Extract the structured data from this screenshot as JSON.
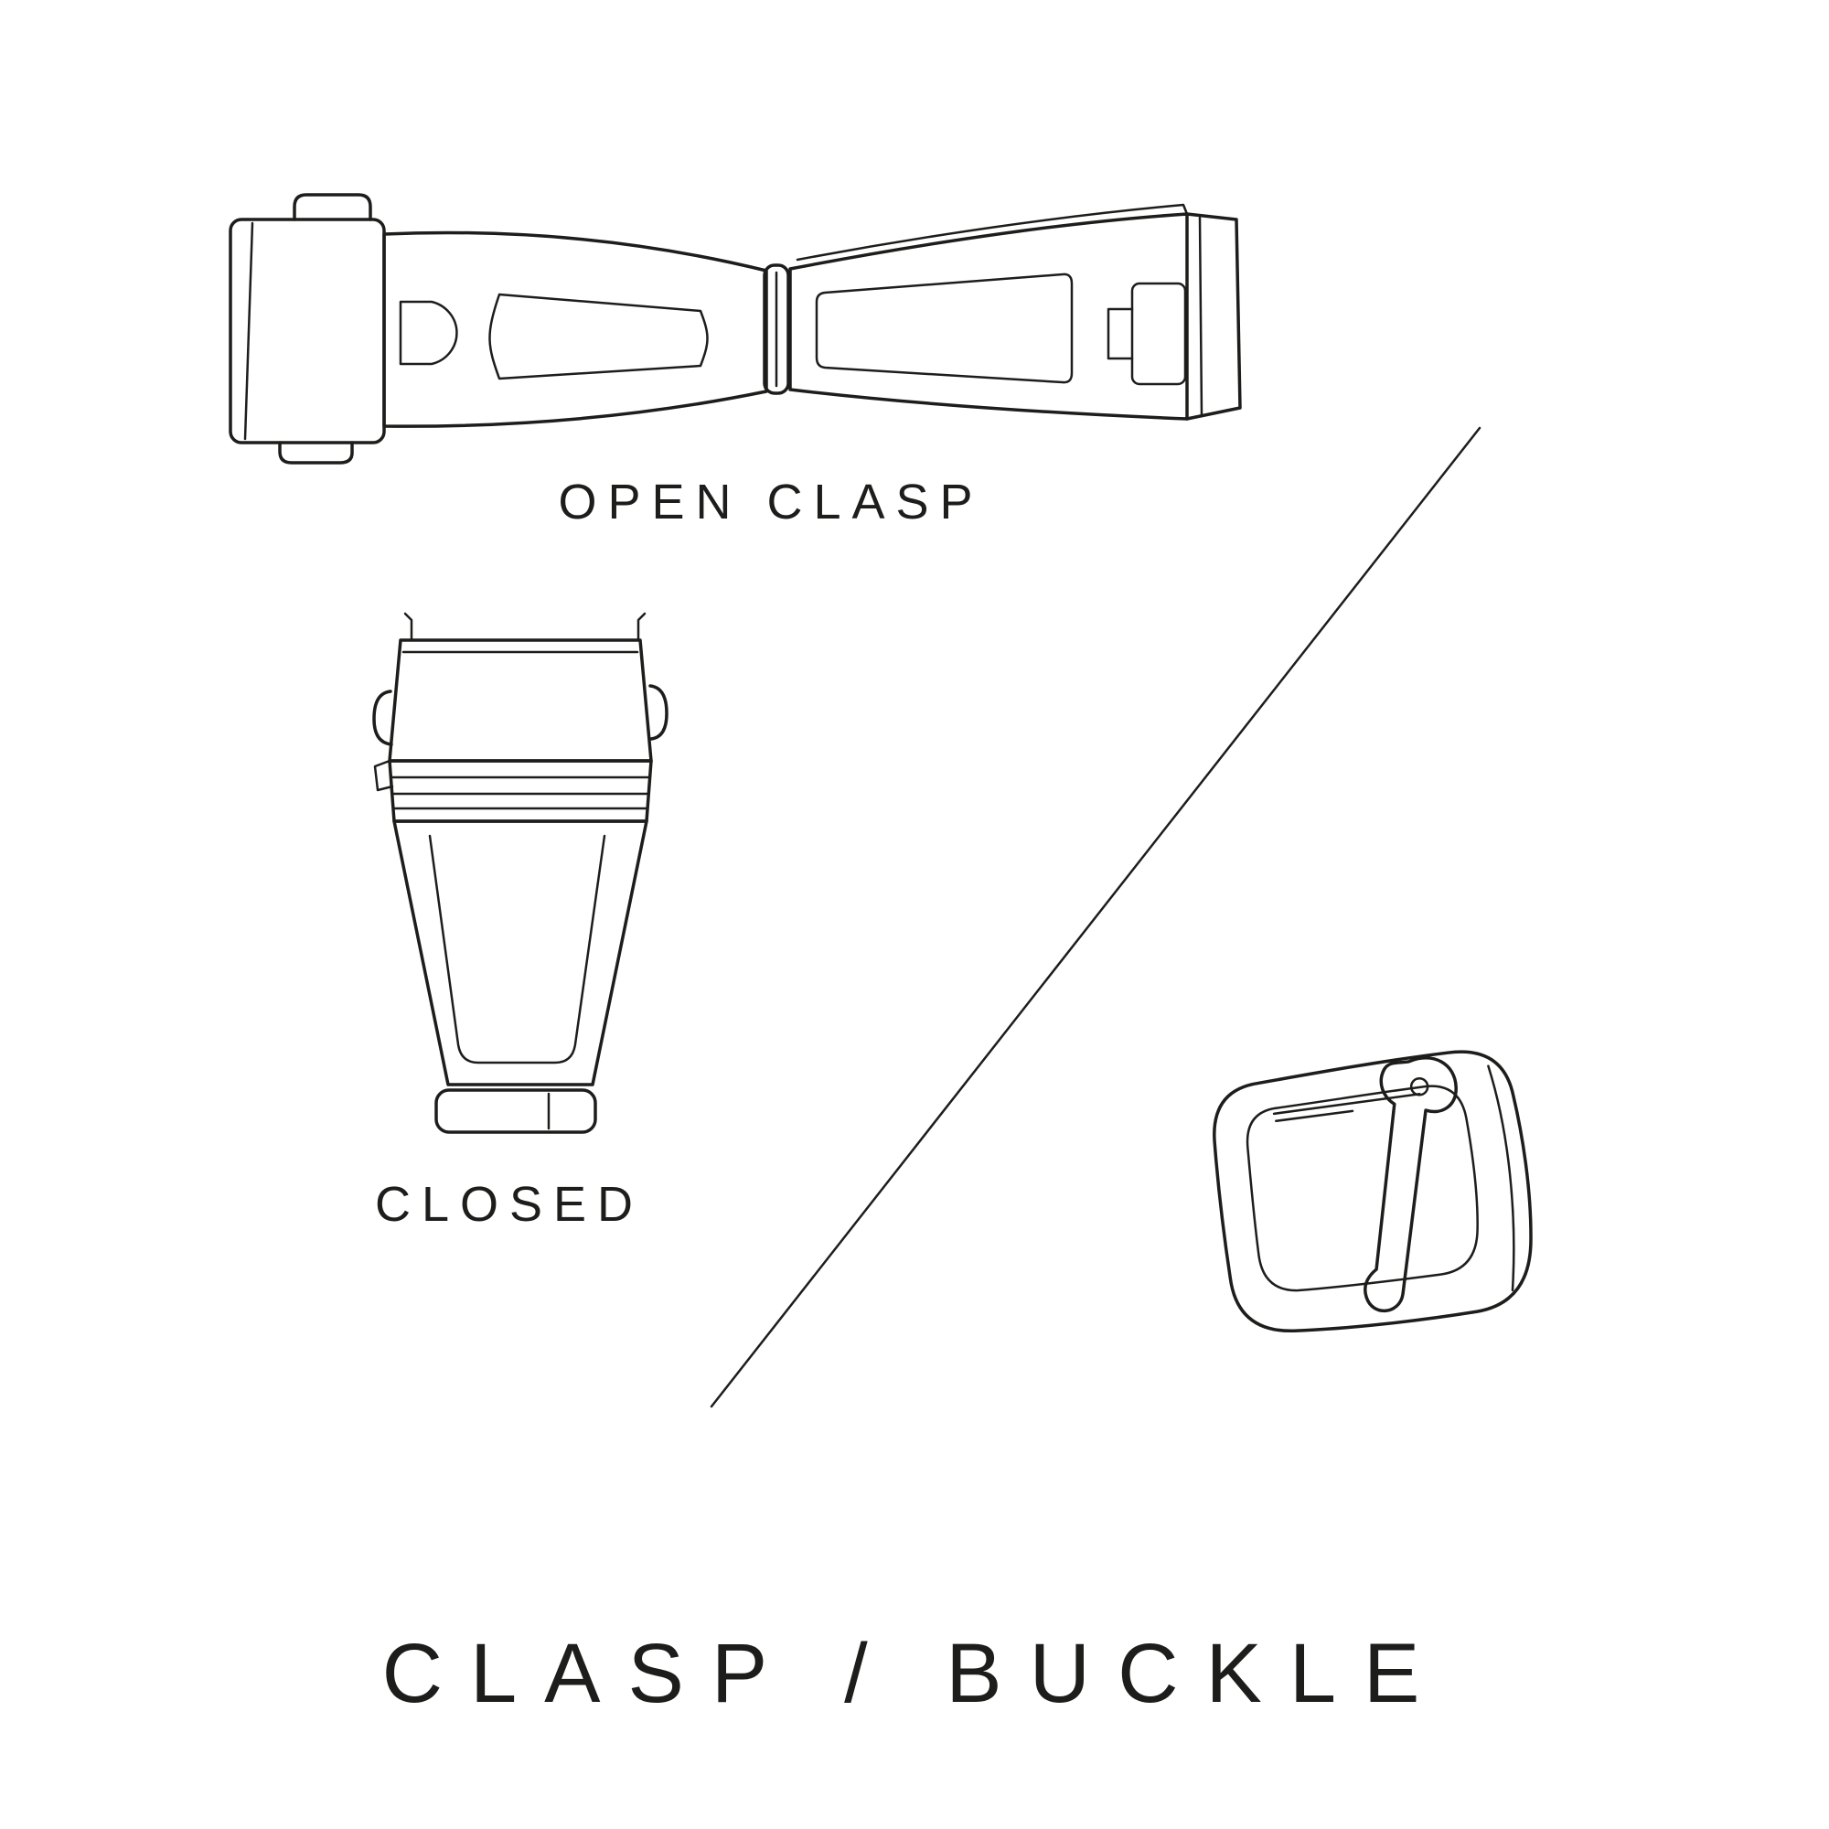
{
  "canvas": {
    "background": "#ffffff",
    "ink": "#1d1d1b"
  },
  "labels": {
    "open_clasp": "OPEN CLASP",
    "closed": "CLOSED",
    "title": "CLASP / BUCKLE"
  }
}
